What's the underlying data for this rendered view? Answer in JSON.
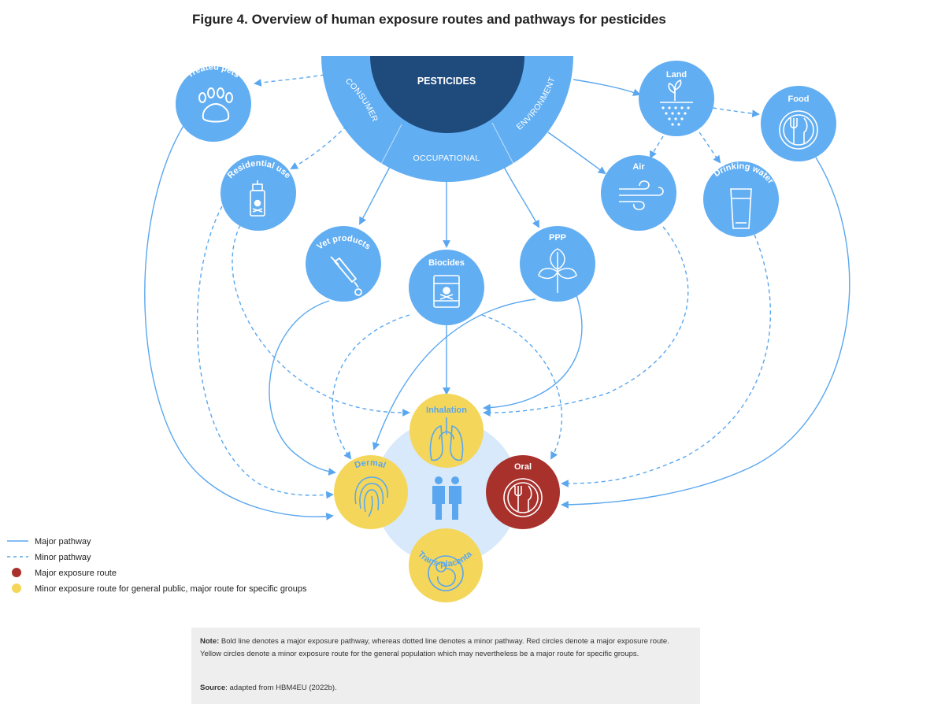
{
  "title": "Figure 4. Overview of human exposure routes and pathways for pesticides",
  "center": {
    "core": "PESTICIDES",
    "segments": [
      "CONSUMER",
      "OCCUPATIONAL",
      "ENVIRONMENT"
    ]
  },
  "sources": {
    "treated_pets": "Treated pets",
    "residential_use": "Residential use",
    "vet_products": "Vet products",
    "biocides": "Biocides",
    "ppp": "PPP",
    "land": "Land",
    "food": "Food",
    "air": "Air",
    "drinking_water": "Drinking water"
  },
  "routes": {
    "inhalation": "Inhalation",
    "dermal": "Dermal",
    "oral": "Oral",
    "trans_placenta": "Trans-placenta"
  },
  "colors": {
    "node_blue": "#62aef2",
    "core_navy": "#1e4a7c",
    "arrow_blue": "#5aa7ef",
    "minor_yellow": "#f4d65a",
    "major_red": "#a8312c",
    "human_halo": "#d7e9fa"
  },
  "legend": {
    "major_pathway": "Major pathway",
    "minor_pathway": "Minor pathway",
    "major_route": "Major exposure route",
    "minor_route": "Minor exposure route for general public, major route for specific groups"
  },
  "note": {
    "label": "Note:",
    "text": "Bold line denotes a major exposure pathway, whereas dotted line denotes a minor pathway. Red circles denote a major exposure route. Yellow circles denote a minor exposure route for the general population which may nevertheless be a major route for specific groups.",
    "source_label": "Source",
    "source_text": ": adapted from HBM4EU (2022b)."
  }
}
